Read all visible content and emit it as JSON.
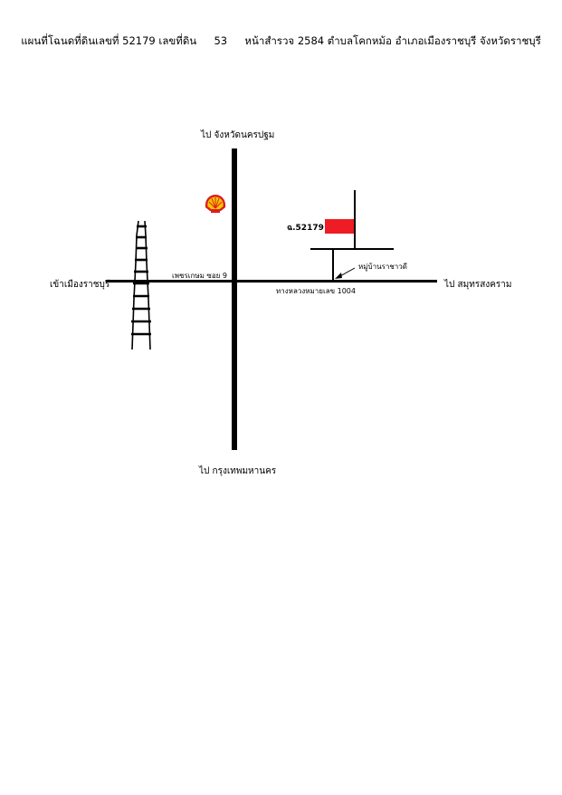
{
  "title": {
    "prefix": "แผนที่โฉนดที่ดินเลขที่ 52179 เลขที่ดิน",
    "parcel_no": "53",
    "suffix": "หน้าสำรวจ 2584 ตำบลโคกหม้อ อำเภอเมืองราชบุรี จังหวัดราชบุรี"
  },
  "labels": {
    "north": "ไป จังหวัดนครปฐม",
    "south": "ไป กรุงเทพมหานคร",
    "west": "เข้าเมืองราชบุรี",
    "east": "ไป สมุทรสงคราม",
    "soi": "เพชรเกษม ซอย 9",
    "highway": "ทางหลวงหมายเลข 1004",
    "village": "หมู่บ้านราชาวดี",
    "deed": "ฉ.52179"
  },
  "colors": {
    "parcel": "#ee1c24",
    "shell_yellow": "#f7c600",
    "shell_red": "#dd1d21",
    "road": "#000000"
  },
  "icons": {
    "gas_station": "shell-logo-icon",
    "railway": "railway-track-icon"
  }
}
